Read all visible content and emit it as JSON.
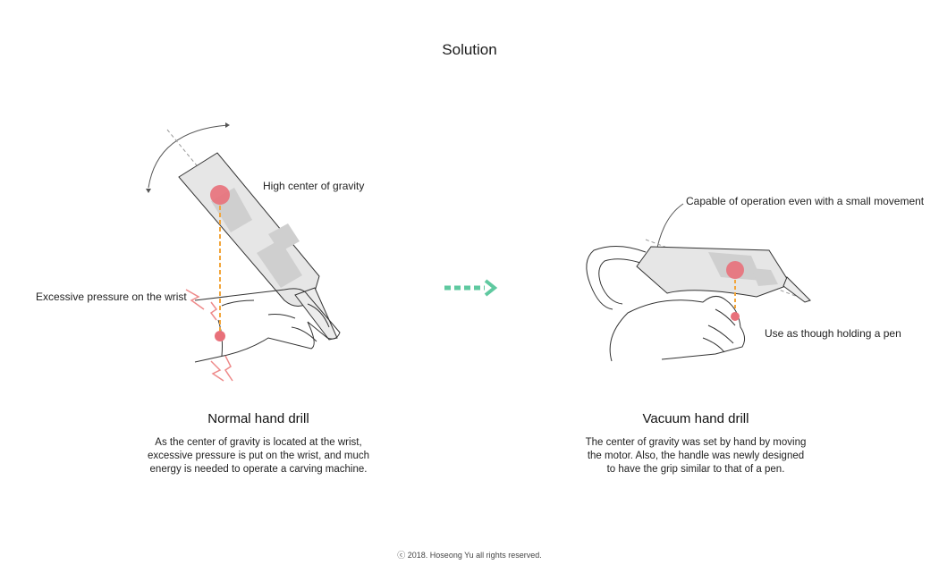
{
  "page_title": "Solution",
  "normal": {
    "annotation_gravity": "High center of gravity",
    "annotation_wrist": "Excessive pressure on the wrist",
    "title": "Normal hand drill",
    "description": "As the center of gravity is located at the wrist, excessive pressure is put on the wrist, and much energy is needed to operate a carving machine."
  },
  "vacuum": {
    "annotation_movement": "Capable of operation even with a small movement",
    "annotation_pen": "Use as though holding a pen",
    "title": "Vacuum hand drill",
    "description": "The center of gravity was set by hand by moving the motor.  Also, the handle was newly designed to have the grip similar to that of a pen."
  },
  "footer": "ⓒ 2018. Hoseong Yu  all rights reserved.",
  "colors": {
    "gravity_dot": "#e8707a",
    "gravity_line": "#f2a53a",
    "arrow": "#5fc9a0",
    "stress": "#ee8a8a",
    "device_fill": "#e6e6e6",
    "device_part": "#cfcfcf"
  }
}
